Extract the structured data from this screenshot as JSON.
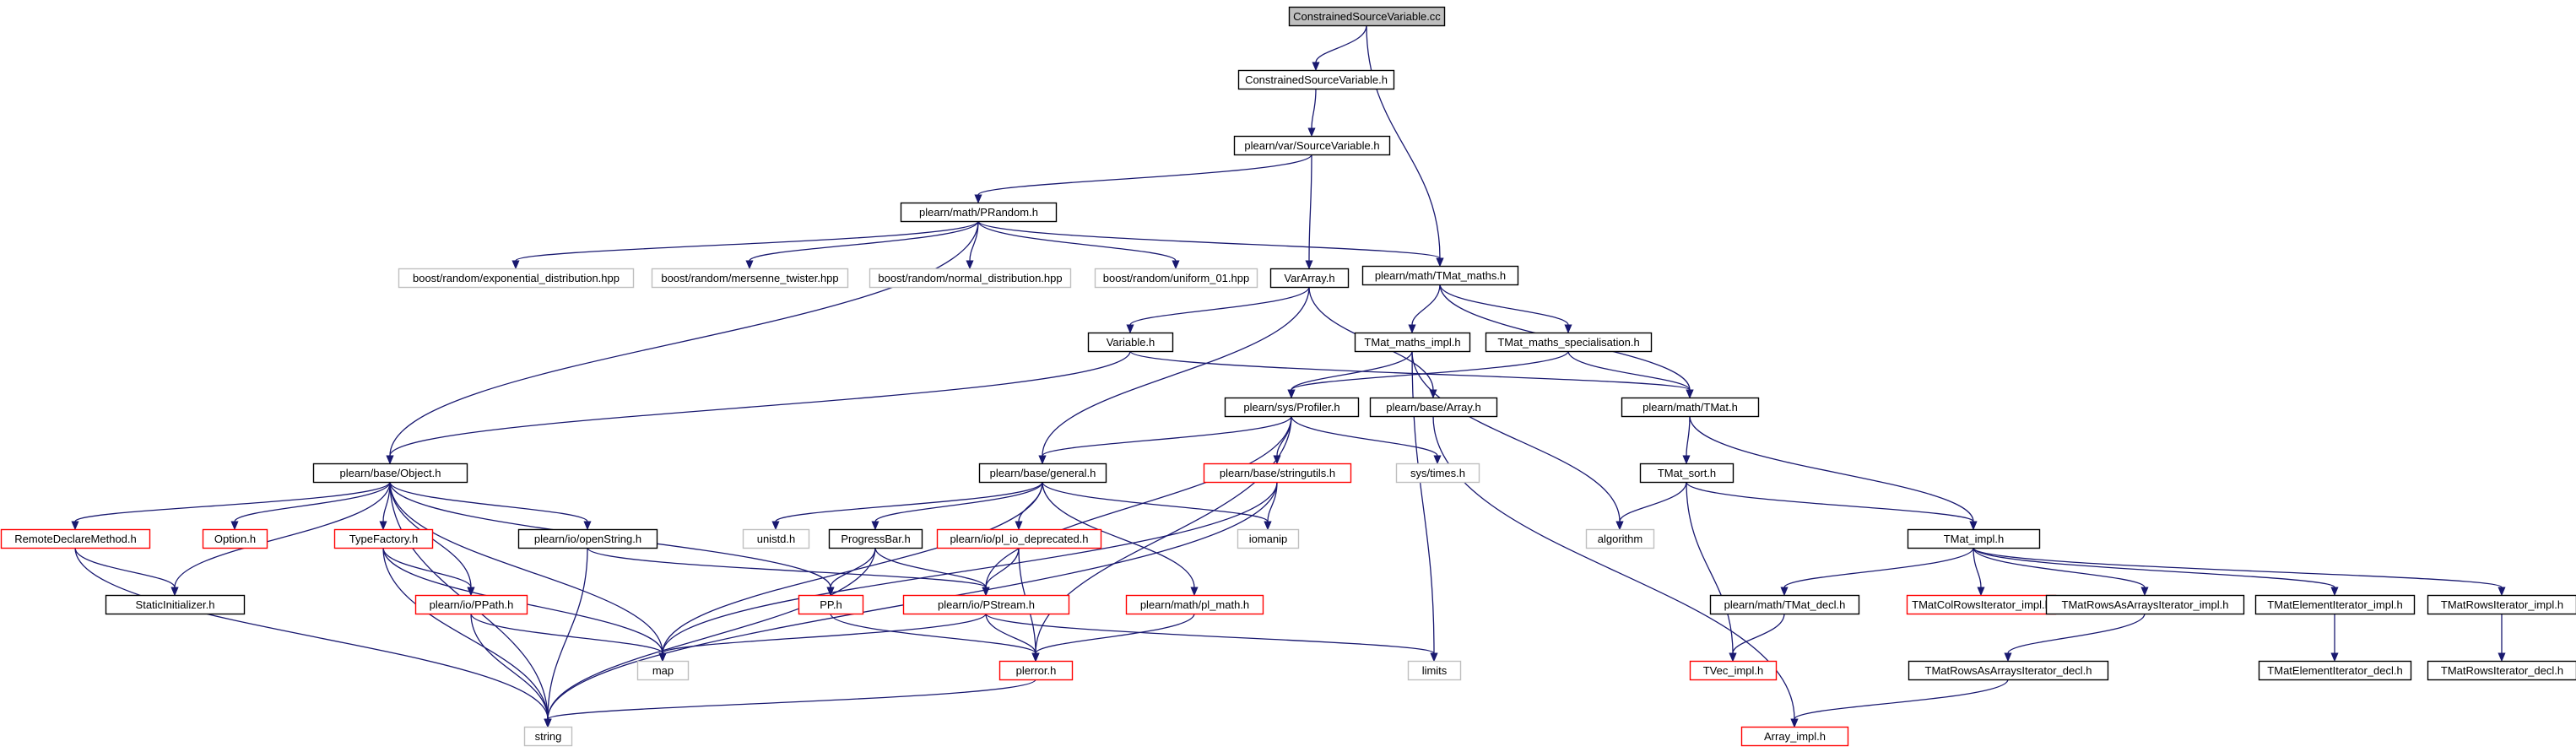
{
  "colors": {
    "normal_border": "#000000",
    "missing_border": "#bfbfbf",
    "truncated_border": "#ff0000",
    "root_fill": "#bfbfbf",
    "node_fill": "#ffffff",
    "edge": "#191970"
  },
  "nodes": [
    {
      "id": "n0",
      "label": "ConstrainedSourceVariable.cc",
      "style": "root"
    },
    {
      "id": "n1",
      "label": "ConstrainedSourceVariable.h",
      "style": "normal"
    },
    {
      "id": "n2",
      "label": "plearn/math/TMat_maths.h",
      "style": "normal"
    },
    {
      "id": "n3",
      "label": "plearn/var/SourceVariable.h",
      "style": "normal"
    },
    {
      "id": "n4",
      "label": "plearn/math/PRandom.h",
      "style": "normal"
    },
    {
      "id": "n5",
      "label": "VarArray.h",
      "style": "normal"
    },
    {
      "id": "n6",
      "label": "plearn/base/Object.h",
      "style": "normal"
    },
    {
      "id": "n7",
      "label": "boost/random/exponential_distribution.hpp",
      "style": "missing"
    },
    {
      "id": "n8",
      "label": "boost/random/mersenne_twister.hpp",
      "style": "missing"
    },
    {
      "id": "n9",
      "label": "boost/random/normal_distribution.hpp",
      "style": "missing"
    },
    {
      "id": "n10",
      "label": "boost/random/uniform_01.hpp",
      "style": "missing"
    },
    {
      "id": "n11",
      "label": "Variable.h",
      "style": "normal"
    },
    {
      "id": "n12",
      "label": "plearn/base/general.h",
      "style": "normal"
    },
    {
      "id": "n13",
      "label": "plearn/base/Array.h",
      "style": "normal"
    },
    {
      "id": "n14",
      "label": "TMat_maths_impl.h",
      "style": "normal"
    },
    {
      "id": "n15",
      "label": "TMat_maths_specialisation.h",
      "style": "normal"
    },
    {
      "id": "n16",
      "label": "plearn/math/TMat.h",
      "style": "normal"
    },
    {
      "id": "n17",
      "label": "plearn/sys/Profiler.h",
      "style": "normal"
    },
    {
      "id": "n18",
      "label": "RemoteDeclareMethod.h",
      "style": "truncated"
    },
    {
      "id": "n19",
      "label": "Option.h",
      "style": "truncated"
    },
    {
      "id": "n20",
      "label": "TypeFactory.h",
      "style": "truncated"
    },
    {
      "id": "n21",
      "label": "plearn/io/openString.h",
      "style": "normal"
    },
    {
      "id": "n22",
      "label": "unistd.h",
      "style": "missing"
    },
    {
      "id": "n23",
      "label": "ProgressBar.h",
      "style": "normal"
    },
    {
      "id": "n24",
      "label": "plearn/io/pl_io_deprecated.h",
      "style": "truncated"
    },
    {
      "id": "n25",
      "label": "plearn/base/stringutils.h",
      "style": "truncated"
    },
    {
      "id": "n26",
      "label": "iomanip",
      "style": "missing"
    },
    {
      "id": "n27",
      "label": "sys/times.h",
      "style": "missing"
    },
    {
      "id": "n28",
      "label": "TMat_sort.h",
      "style": "normal"
    },
    {
      "id": "n29",
      "label": "algorithm",
      "style": "missing"
    },
    {
      "id": "n30",
      "label": "TMat_impl.h",
      "style": "normal"
    },
    {
      "id": "n31",
      "label": "StaticInitializer.h",
      "style": "normal"
    },
    {
      "id": "n32",
      "label": "plearn/io/PPath.h",
      "style": "truncated"
    },
    {
      "id": "n33",
      "label": "PP.h",
      "style": "truncated"
    },
    {
      "id": "n34",
      "label": "plearn/io/PStream.h",
      "style": "truncated"
    },
    {
      "id": "n35",
      "label": "plearn/math/pl_math.h",
      "style": "truncated"
    },
    {
      "id": "n36",
      "label": "map",
      "style": "missing"
    },
    {
      "id": "n37",
      "label": "plerror.h",
      "style": "truncated"
    },
    {
      "id": "n38",
      "label": "limits",
      "style": "missing"
    },
    {
      "id": "n39",
      "label": "string",
      "style": "missing"
    },
    {
      "id": "n40",
      "label": "plearn/math/TMat_decl.h",
      "style": "normal"
    },
    {
      "id": "n41",
      "label": "TMatColRowsIterator_impl.h",
      "style": "truncated"
    },
    {
      "id": "n42",
      "label": "TMatRowsAsArraysIterator_impl.h",
      "style": "normal"
    },
    {
      "id": "n43",
      "label": "TMatElementIterator_impl.h",
      "style": "normal"
    },
    {
      "id": "n44",
      "label": "TMatRowsIterator_impl.h",
      "style": "normal"
    },
    {
      "id": "n45",
      "label": "TVec_impl.h",
      "style": "truncated"
    },
    {
      "id": "n46",
      "label": "TMatRowsAsArraysIterator_decl.h",
      "style": "normal"
    },
    {
      "id": "n47",
      "label": "TMatElementIterator_decl.h",
      "style": "normal"
    },
    {
      "id": "n48",
      "label": "TMatRowsIterator_decl.h",
      "style": "normal"
    },
    {
      "id": "n49",
      "label": "Array_impl.h",
      "style": "truncated"
    }
  ],
  "edges": [
    [
      "n0",
      "n1"
    ],
    [
      "n0",
      "n2"
    ],
    [
      "n1",
      "n3"
    ],
    [
      "n3",
      "n4"
    ],
    [
      "n3",
      "n5"
    ],
    [
      "n4",
      "n6"
    ],
    [
      "n4",
      "n7"
    ],
    [
      "n4",
      "n8"
    ],
    [
      "n4",
      "n9"
    ],
    [
      "n4",
      "n10"
    ],
    [
      "n4",
      "n2"
    ],
    [
      "n5",
      "n11"
    ],
    [
      "n5",
      "n12"
    ],
    [
      "n5",
      "n13"
    ],
    [
      "n2",
      "n14"
    ],
    [
      "n2",
      "n15"
    ],
    [
      "n2",
      "n16"
    ],
    [
      "n11",
      "n6"
    ],
    [
      "n11",
      "n16"
    ],
    [
      "n14",
      "n17"
    ],
    [
      "n14",
      "n38"
    ],
    [
      "n14",
      "n29"
    ],
    [
      "n15",
      "n17"
    ],
    [
      "n15",
      "n16"
    ],
    [
      "n16",
      "n28"
    ],
    [
      "n16",
      "n30"
    ],
    [
      "n13",
      "n49"
    ],
    [
      "n17",
      "n12"
    ],
    [
      "n17",
      "n25"
    ],
    [
      "n17",
      "n27"
    ],
    [
      "n17",
      "n34"
    ],
    [
      "n17",
      "n37"
    ],
    [
      "n6",
      "n18"
    ],
    [
      "n6",
      "n19"
    ],
    [
      "n6",
      "n20"
    ],
    [
      "n6",
      "n21"
    ],
    [
      "n6",
      "n31"
    ],
    [
      "n6",
      "n32"
    ],
    [
      "n6",
      "n33"
    ],
    [
      "n6",
      "n36"
    ],
    [
      "n6",
      "n39"
    ],
    [
      "n12",
      "n22"
    ],
    [
      "n12",
      "n23"
    ],
    [
      "n12",
      "n24"
    ],
    [
      "n12",
      "n35"
    ],
    [
      "n12",
      "n26"
    ],
    [
      "n12",
      "n36"
    ],
    [
      "n25",
      "n26"
    ],
    [
      "n25",
      "n36"
    ],
    [
      "n25",
      "n39"
    ],
    [
      "n28",
      "n29"
    ],
    [
      "n28",
      "n30"
    ],
    [
      "n28",
      "n45"
    ],
    [
      "n30",
      "n40"
    ],
    [
      "n30",
      "n41"
    ],
    [
      "n30",
      "n42"
    ],
    [
      "n30",
      "n43"
    ],
    [
      "n30",
      "n44"
    ],
    [
      "n18",
      "n31"
    ],
    [
      "n18",
      "n39"
    ],
    [
      "n20",
      "n32"
    ],
    [
      "n20",
      "n36"
    ],
    [
      "n20",
      "n39"
    ],
    [
      "n21",
      "n34"
    ],
    [
      "n21",
      "n39"
    ],
    [
      "n23",
      "n33"
    ],
    [
      "n23",
      "n34"
    ],
    [
      "n23",
      "n39"
    ],
    [
      "n24",
      "n34"
    ],
    [
      "n24",
      "n37"
    ],
    [
      "n35",
      "n37"
    ],
    [
      "n32",
      "n36"
    ],
    [
      "n32",
      "n39"
    ],
    [
      "n33",
      "n37"
    ],
    [
      "n34",
      "n36"
    ],
    [
      "n34",
      "n37"
    ],
    [
      "n34",
      "n38"
    ],
    [
      "n37",
      "n39"
    ],
    [
      "n40",
      "n45"
    ],
    [
      "n42",
      "n46"
    ],
    [
      "n43",
      "n47"
    ],
    [
      "n44",
      "n48"
    ],
    [
      "n46",
      "n49"
    ]
  ]
}
